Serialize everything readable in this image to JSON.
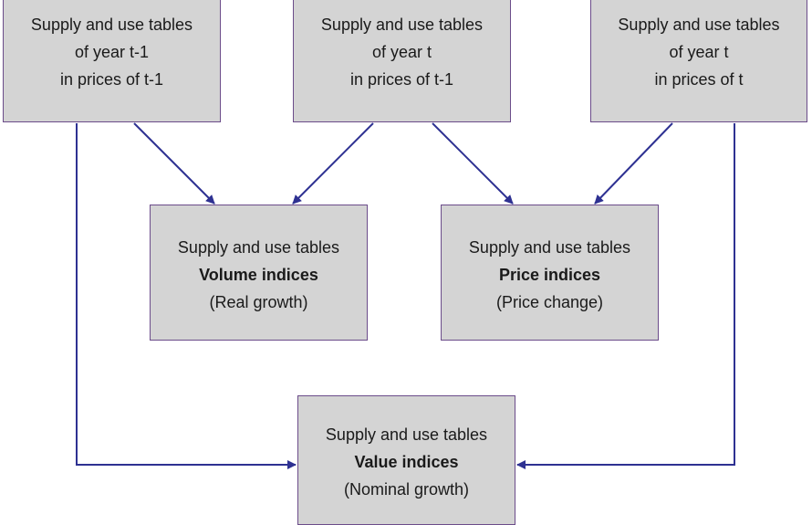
{
  "colors": {
    "box_fill": "#d4d4d4",
    "box_border": "#6b4c8a",
    "arrow": "#2e3192",
    "text": "#1a1a1a"
  },
  "boxes": {
    "sut_t1_prices_t1": {
      "line1": "Supply and use tables",
      "line2": "of year t-1",
      "line3": "in prices of t-1"
    },
    "sut_t_prices_t1": {
      "line1": "Supply and use tables",
      "line2": "of year t",
      "line3": "in prices of t-1"
    },
    "sut_t_prices_t": {
      "line1": "Supply and use tables",
      "line2": "of year t",
      "line3": "in prices of t"
    },
    "volume_indices": {
      "line1": "Supply and use tables",
      "line2": "Volume indices",
      "line3": "(Real growth)"
    },
    "price_indices": {
      "line1": "Supply and use tables",
      "line2": "Price indices",
      "line3": "(Price change)"
    },
    "value_indices": {
      "line1": "Supply and use tables",
      "line2": "Value indices",
      "line3": "(Nominal growth)"
    }
  }
}
